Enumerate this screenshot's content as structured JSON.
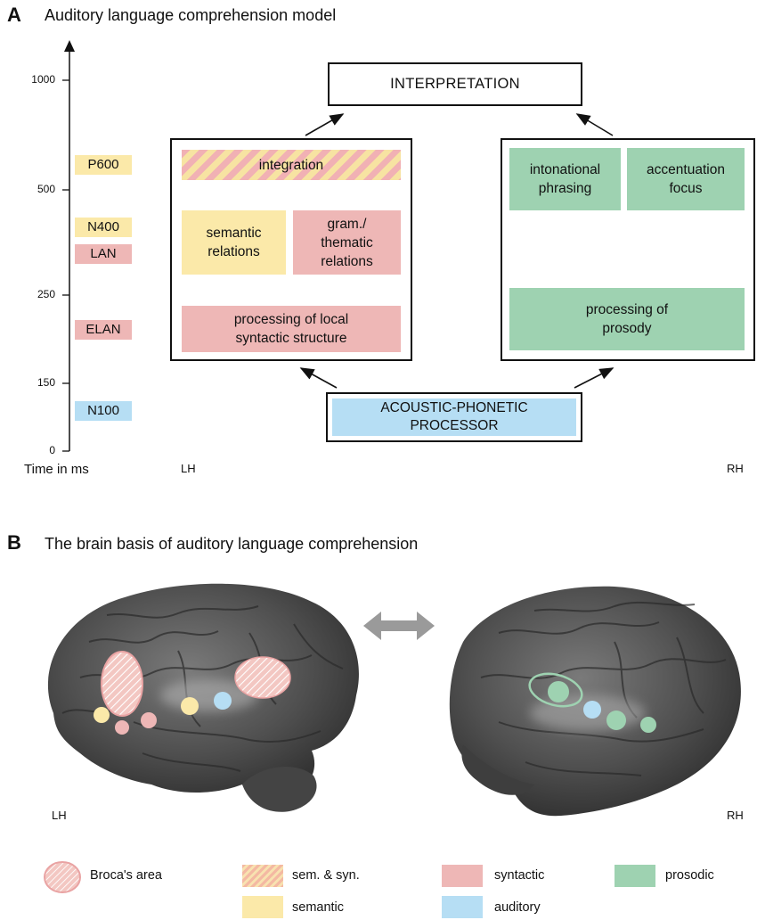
{
  "panel_a": {
    "letter": "A",
    "title": "Auditory language comprehension model",
    "axis": {
      "ticks": [
        "1000",
        "500",
        "250",
        "150",
        "0"
      ],
      "label": "Time in ms"
    },
    "erp_components": [
      {
        "label": "P600",
        "color": "#fbe9a9"
      },
      {
        "label": "N400",
        "color": "#fbe9a9"
      },
      {
        "label": "LAN",
        "color": "#eeb7b6"
      },
      {
        "label": "ELAN",
        "color": "#eeb7b6"
      },
      {
        "label": "N100",
        "color": "#b6def4"
      }
    ],
    "interpretation": "INTERPRETATION",
    "left_box": {
      "integration": "integration",
      "semantic": "semantic\nrelations",
      "thematic": "gram./\nthematic\nrelations",
      "local": "processing of local\nsyntactic structure"
    },
    "right_box": {
      "intonational": "intonational\nphrasing",
      "accentuation": "accentuation\nfocus",
      "prosody": "processing of\nprosody"
    },
    "acoustic": "ACOUSTIC-PHONETIC\nPROCESSOR",
    "lh": "LH",
    "rh": "RH"
  },
  "panel_b": {
    "letter": "B",
    "title": "The brain basis of auditory language comprehension",
    "lh": "LH",
    "rh": "RH"
  },
  "legend": {
    "broca": "Broca's area",
    "sem_syn": "sem. & syn.",
    "syntactic": "syntactic",
    "prosodic": "prosodic",
    "semantic": "semantic",
    "auditory": "auditory"
  },
  "colors": {
    "semantic": "#fbe9a9",
    "syntactic": "#eeb7b6",
    "prosodic": "#9ed2b1",
    "auditory": "#b6def4",
    "brain": "#555555"
  }
}
